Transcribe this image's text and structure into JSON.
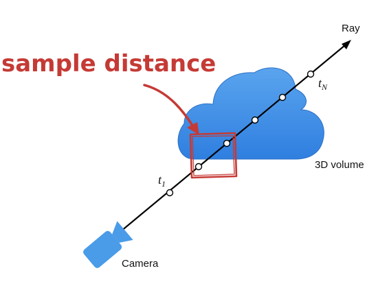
{
  "labels": {
    "ray": "Ray",
    "camera": "Camera",
    "volume": "3D volume",
    "t1_base": "t",
    "t1_sub": "1",
    "tn_base": "t",
    "tn_sub": "N",
    "annotation": "sample distance"
  },
  "colors": {
    "cloud": "#3f8ee6",
    "camera": "#4a9be8",
    "annotation": "#c53a35",
    "ray": "#000000"
  },
  "icons": {
    "camera": "video-camera-icon",
    "cloud": "cloud-icon"
  }
}
